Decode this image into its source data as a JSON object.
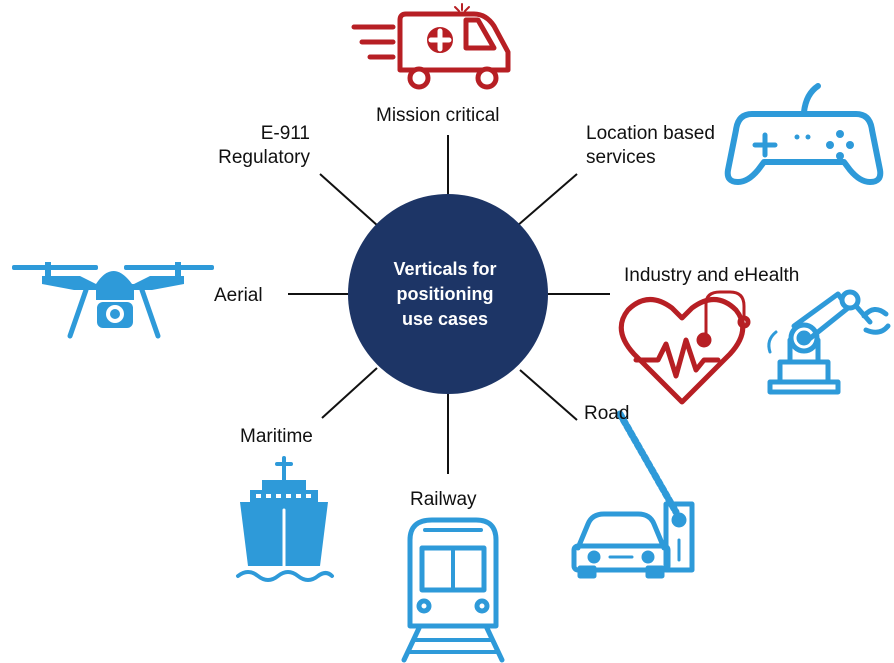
{
  "hub": {
    "label": "Verticals for\npositioning\nuse cases"
  },
  "verticals": {
    "mission_critical": "Mission critical",
    "location_based_line1": "Location based",
    "location_based_line2": "services",
    "e911_line1": "E-911",
    "e911_line2": "Regulatory",
    "aerial": "Aerial",
    "industry_ehealth": "Industry and eHealth",
    "road": "Road",
    "maritime": "Maritime",
    "railway": "Railway"
  },
  "colors": {
    "hub": "#1d3566",
    "line": "#111111",
    "red_icon": "#b71f24",
    "blue_icon": "#2e9ad9"
  },
  "icons": [
    "ambulance-icon",
    "gamepad-icon",
    "drone-icon",
    "heart-monitor-icon",
    "robot-arm-icon",
    "car-barrier-icon",
    "train-icon",
    "ship-icon"
  ]
}
